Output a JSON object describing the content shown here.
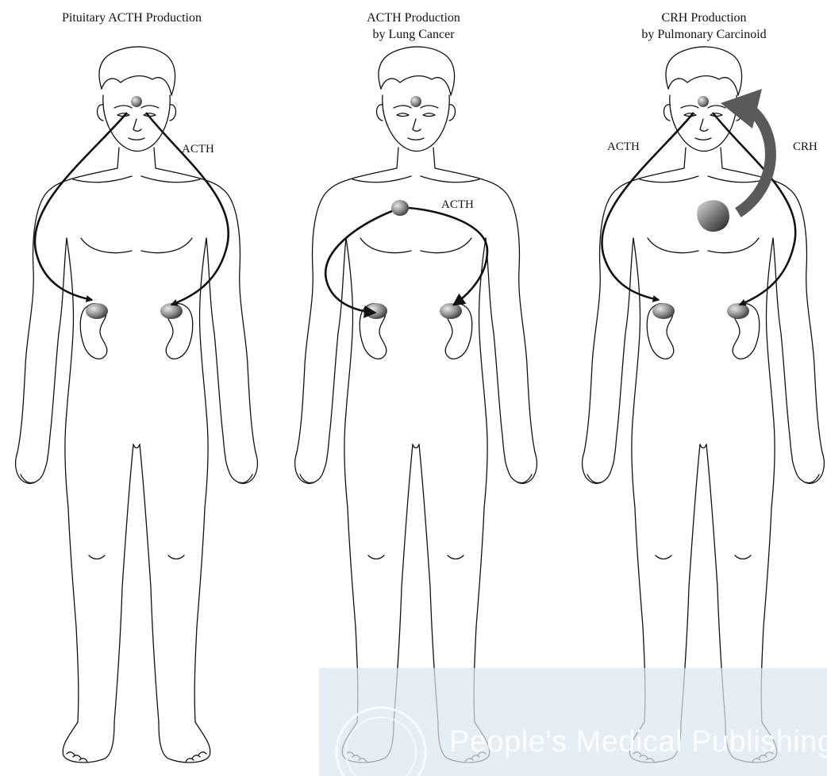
{
  "panels": [
    {
      "title_line1": "Pituitary ACTH Production",
      "title_line2": "",
      "labels": [
        "ACTH"
      ]
    },
    {
      "title_line1": "ACTH Production",
      "title_line2": "by Lung Cancer",
      "labels": [
        "ACTH"
      ]
    },
    {
      "title_line1": "CRH Production",
      "title_line2": "by Pulmonary Carcinoid",
      "labels": [
        "ACTH",
        "CRH"
      ]
    }
  ],
  "watermark": {
    "text": "People's Medical Publishing"
  },
  "colors": {
    "stroke": "#111111",
    "gland_light": "#d8d8d8",
    "gland_dark": "#3a3a3a",
    "crh_arrow": "#5a5a5a",
    "watermark_band": "#dbe8f0"
  }
}
